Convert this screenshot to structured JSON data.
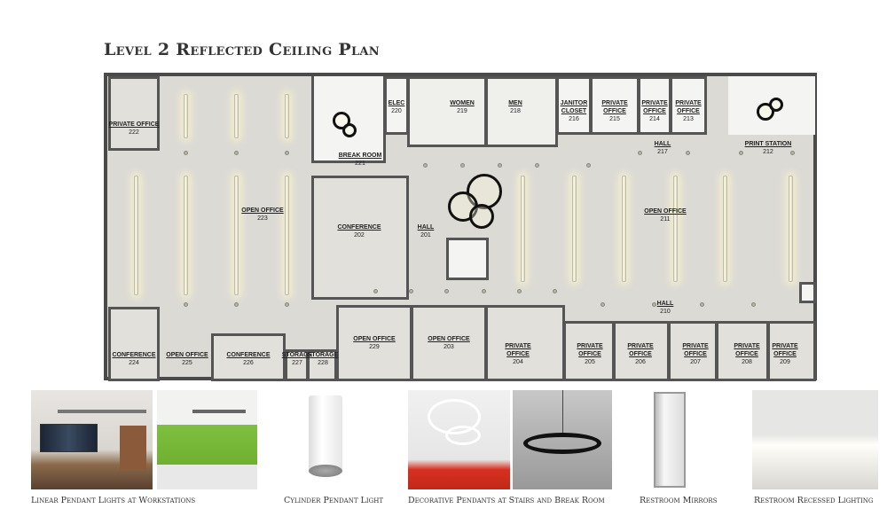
{
  "title": "Level 2 Reflected Ceiling Plan",
  "rooms": {
    "r222": {
      "name": "PRIVATE OFFICE",
      "num": "222"
    },
    "r223": {
      "name": "OPEN OFFICE",
      "num": "223"
    },
    "r221": {
      "name": "BREAK ROOM",
      "num": "221"
    },
    "r220": {
      "name": "ELEC",
      "num": "220"
    },
    "r219": {
      "name": "WOMEN",
      "num": "219"
    },
    "r218": {
      "name": "MEN",
      "num": "218"
    },
    "r216": {
      "name": "JANITOR CLOSET",
      "num": "216"
    },
    "r215": {
      "name": "PRIVATE OFFICE",
      "num": "215"
    },
    "r214": {
      "name": "PRIVATE OFFICE",
      "num": "214"
    },
    "r213": {
      "name": "PRIVATE OFFICE",
      "num": "213"
    },
    "r217": {
      "name": "HALL",
      "num": "217"
    },
    "r212": {
      "name": "PRINT STATION",
      "num": "212"
    },
    "r202": {
      "name": "CONFERENCE",
      "num": "202"
    },
    "r201": {
      "name": "HALL",
      "num": "201"
    },
    "r211": {
      "name": "OPEN OFFICE",
      "num": "211"
    },
    "r210": {
      "name": "HALL",
      "num": "210"
    },
    "r224": {
      "name": "CONFERENCE",
      "num": "224"
    },
    "r225": {
      "name": "OPEN OFFICE",
      "num": "225"
    },
    "r226": {
      "name": "CONFERENCE",
      "num": "226"
    },
    "r227": {
      "name": "STORAGE",
      "num": "227"
    },
    "r228": {
      "name": "STORAGE",
      "num": "228"
    },
    "r229": {
      "name": "OPEN OFFICE",
      "num": "229"
    },
    "r203": {
      "name": "OPEN OFFICE",
      "num": "203"
    },
    "r204": {
      "name": "PRIVATE OFFICE",
      "num": "204"
    },
    "r205": {
      "name": "PRIVATE OFFICE",
      "num": "205"
    },
    "r206": {
      "name": "PRIVATE OFFICE",
      "num": "206"
    },
    "r207": {
      "name": "PRIVATE OFFICE",
      "num": "207"
    },
    "r208": {
      "name": "PRIVATE OFFICE",
      "num": "208"
    },
    "r209": {
      "name": "PRIVATE OFFICE",
      "num": "209"
    }
  },
  "captions": {
    "linear": "Linear Pendant Lights at Workstations",
    "cylinder": "Cylinder Pendant Light",
    "decorative": "Decorative Pendants at Stairs and Break Room",
    "mirrors": "Restroom Mirrors",
    "recessed": "Restroom Recessed Lighting"
  }
}
